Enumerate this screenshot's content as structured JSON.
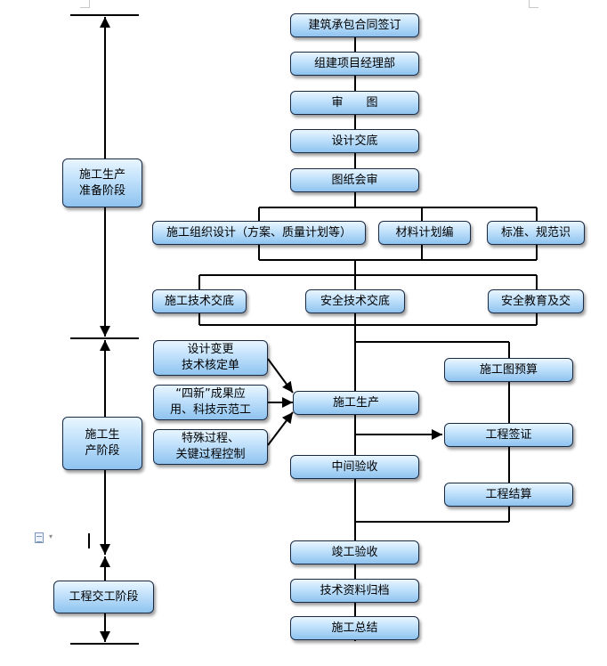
{
  "boxes": {
    "b_contract": "建筑承包合同签订",
    "b_pm": "组建项目经理部",
    "b_review": "审　　图",
    "b_design_brief": "设计交底",
    "b_joint_review": "图纸会审",
    "b_org_design": "施工组织设计（方案、质量计划等）",
    "b_material": "材料计划编",
    "b_standard": "标准、规范识",
    "b_tech_brief": "施工技术交底",
    "b_safety_brief": "安全技术交底",
    "b_safety_edu": "安全教育及交",
    "b_change": "设计变更\n技术核定单",
    "b_new": "“四新”成果应\n用、科技示范工",
    "b_special": "特殊过程、\n关键过程控制",
    "b_construction": "施工生产",
    "b_budget": "施工图预算",
    "b_visa": "工程签证",
    "b_mid_accept": "中间验收",
    "b_settle": "工程结算",
    "b_final_accept": "竣工验收",
    "b_archive": "技术资料归档",
    "b_summary": "施工总结",
    "p_prep": "施工生产\n准备阶段",
    "p_prod": "施工生\n产阶段",
    "p_handover": "工程交工阶段"
  },
  "icons": {
    "doc": "document-icon",
    "caret": "dropdown-caret-icon"
  },
  "colors": {
    "line": "#000000",
    "box_top": "#e9f6ff",
    "box_bottom": "#8ec3ef",
    "border": "#1a2a44"
  }
}
